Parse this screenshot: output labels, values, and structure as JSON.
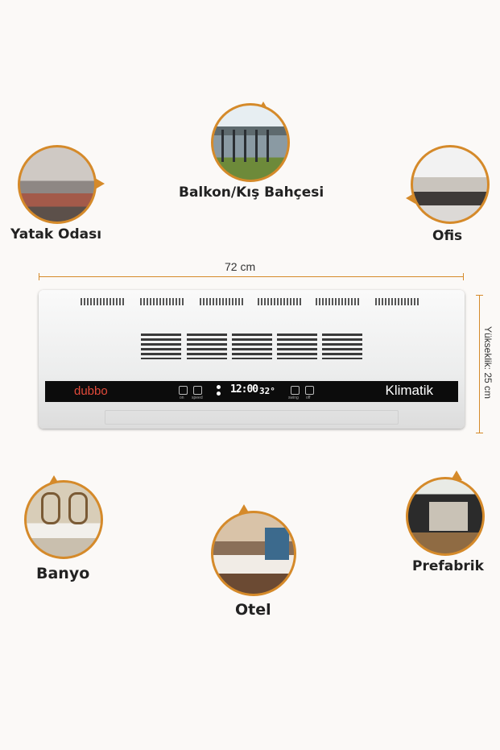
{
  "locations": {
    "balkon": "Balkon/Kış Bahçesi",
    "yatak": "Yatak Odası",
    "ofis": "Ofis",
    "banyo": "Banyo",
    "otel": "Otel",
    "prefabrik": "Prefabrik"
  },
  "dimensions": {
    "width": "72 cm",
    "height": "Yükseklik: 25 cm"
  },
  "product": {
    "brand": "dubbo",
    "model_label": "Klimatik",
    "display_time": "12:00",
    "display_temp": "32°",
    "button_labels": [
      "on",
      "speed",
      "swing",
      "off"
    ]
  },
  "colors": {
    "accent": "#d58a2a",
    "brand_red": "#e24a3a",
    "panel": "#0c0c0c"
  }
}
